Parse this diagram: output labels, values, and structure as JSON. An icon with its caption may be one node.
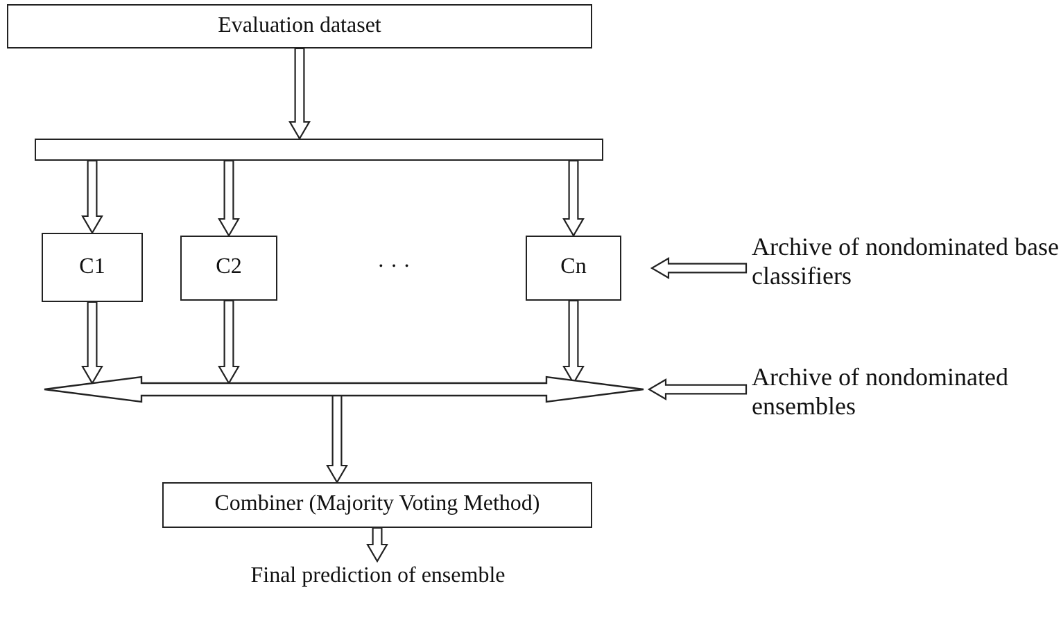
{
  "diagram": {
    "nodes": [
      {
        "text": [
          "Evaluation dataset"
        ]
      },
      {
        "text": [],
        "shape": "bar"
      },
      {
        "text": [
          "C1"
        ]
      },
      {
        "text": [
          "C2"
        ]
      },
      {
        "text": [
          "Cn"
        ]
      },
      {
        "text": [],
        "shape": "arrow"
      },
      {
        "text": [
          "Archive of nondominated base classifiers"
        ]
      },
      {
        "text": [
          "Archive of nondominated ensembles"
        ]
      },
      {
        "text": [
          "Combiner (Majority Voting Method)"
        ]
      },
      {
        "text": [
          "Final prediction of ensemble"
        ]
      }
    ],
    "edges": [
      {
        "from": 0,
        "to": 1,
        "arrow": "to"
      },
      {
        "from": 1,
        "to": 2,
        "arrow": "to"
      },
      {
        "from": 1,
        "to": 3,
        "arrow": "to"
      },
      {
        "from": 1,
        "to": 4,
        "arrow": "to"
      },
      {
        "from": 2,
        "to": 5,
        "arrow": "to"
      },
      {
        "from": 3,
        "to": 5,
        "arrow": "to"
      },
      {
        "from": 4,
        "to": 5,
        "arrow": "to"
      },
      {
        "from": 6,
        "to": 4,
        "arrow": "to"
      },
      {
        "from": 7,
        "to": 5,
        "arrow": "to"
      },
      {
        "from": 5,
        "to": 8,
        "arrow": "to"
      },
      {
        "from": 8,
        "to": 9,
        "arrow": "to"
      }
    ],
    "labels": [
      "· · ·"
    ]
  }
}
